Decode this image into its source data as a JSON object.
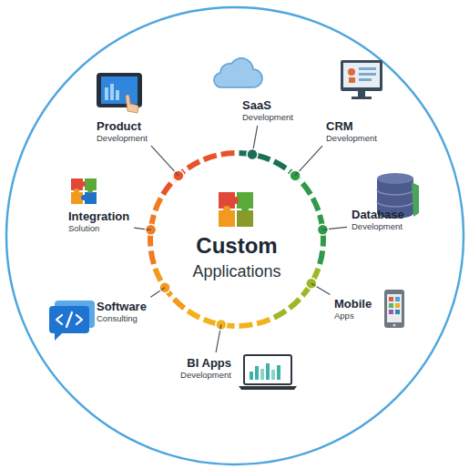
{
  "diagram": {
    "nodes": [
      {
        "text": [
          "Custom",
          "Applications"
        ]
      },
      {
        "text": [
          "Product",
          "Development"
        ]
      },
      {
        "text": [
          "SaaS",
          "Development"
        ]
      },
      {
        "text": [
          "CRM",
          "Development"
        ]
      },
      {
        "text": [
          "Database",
          "Development"
        ]
      },
      {
        "text": [
          "Mobile",
          "Apps"
        ]
      },
      {
        "text": [
          "BI Apps",
          "Development"
        ]
      },
      {
        "text": [
          "Software",
          "Consulting"
        ]
      },
      {
        "text": [
          "Integration",
          "Solution"
        ]
      }
    ],
    "edges": [
      {
        "from": 0,
        "to": 1,
        "arrow": "none"
      },
      {
        "from": 0,
        "to": 2,
        "arrow": "none"
      },
      {
        "from": 0,
        "to": 3,
        "arrow": "none"
      },
      {
        "from": 0,
        "to": 4,
        "arrow": "none"
      },
      {
        "from": 0,
        "to": 5,
        "arrow": "none"
      },
      {
        "from": 0,
        "to": 6,
        "arrow": "none"
      },
      {
        "from": 0,
        "to": 7,
        "arrow": "none"
      },
      {
        "from": 0,
        "to": 8,
        "arrow": "none"
      }
    ]
  }
}
